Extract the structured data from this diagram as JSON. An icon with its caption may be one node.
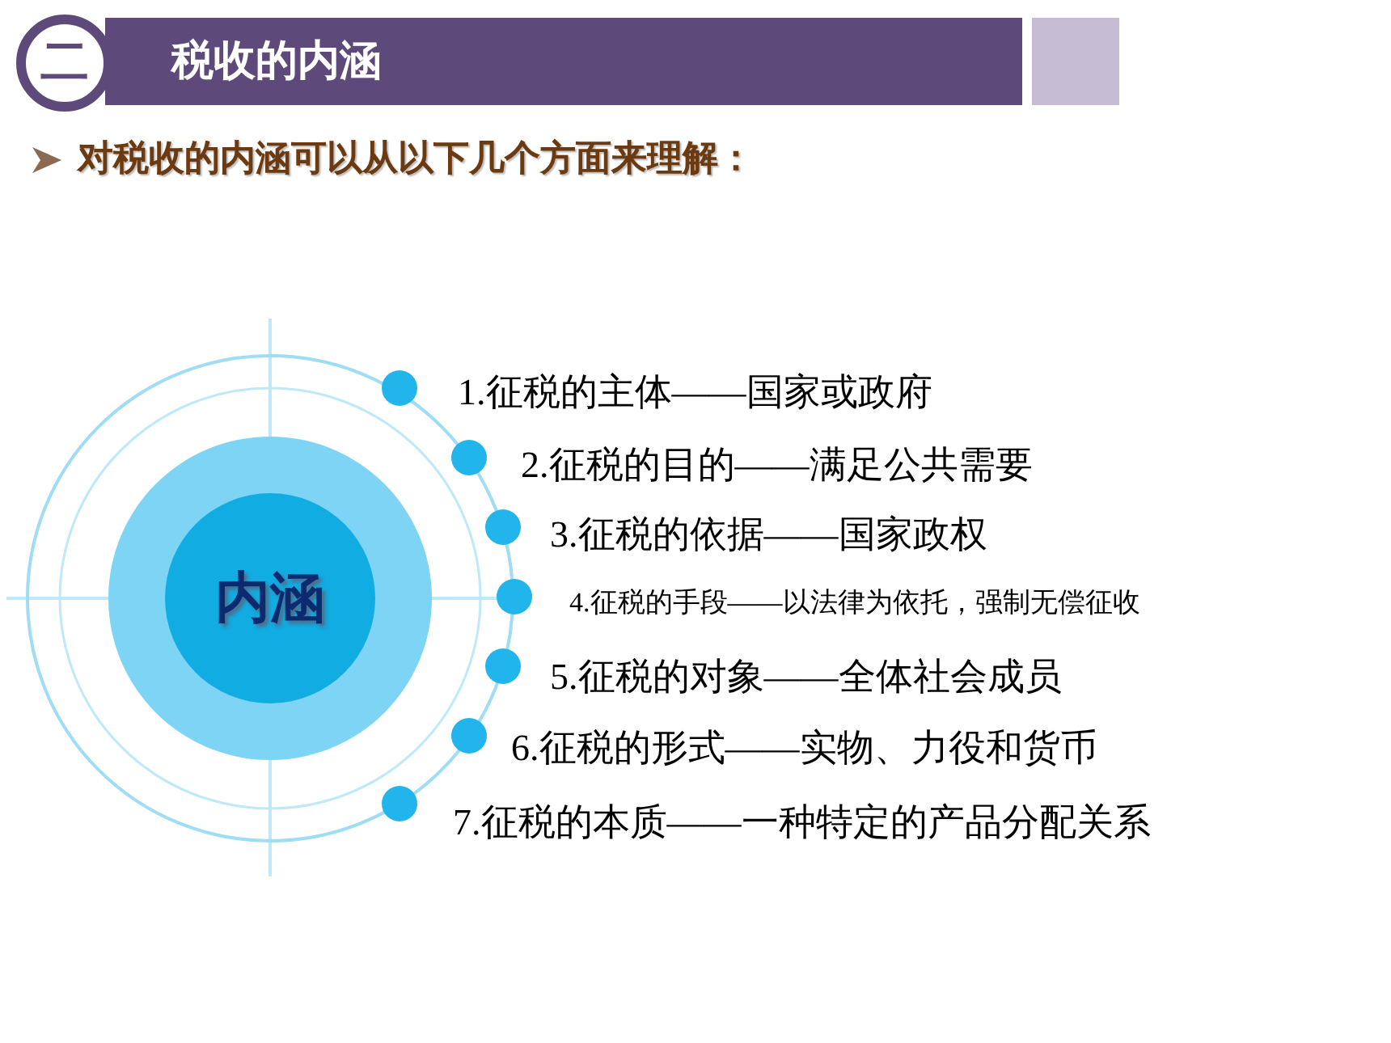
{
  "diagram": {
    "title": "税收的内涵",
    "nodes": [
      {
        "text": [
          "二"
        ]
      },
      {
        "text": [
          "内涵"
        ]
      },
      {
        "text": [
          "1.征税的主体——国家或政府"
        ]
      },
      {
        "text": [
          "2.征税的目的——满足公共需要"
        ]
      },
      {
        "text": [
          "3.征税的依据——国家政权"
        ]
      },
      {
        "text": [
          "4.征税的手段——以法律为依托，强制无偿征收"
        ]
      },
      {
        "text": [
          "5.征税的对象——全体社会成员"
        ]
      },
      {
        "text": [
          "6.征税的形式——实物、力役和货币"
        ]
      },
      {
        "text": [
          "7.征税的本质——一种特定的产品分配关系"
        ]
      }
    ],
    "edges": [],
    "labels": [
      "对税收的内涵可以从以下几个方面来理解："
    ]
  }
}
